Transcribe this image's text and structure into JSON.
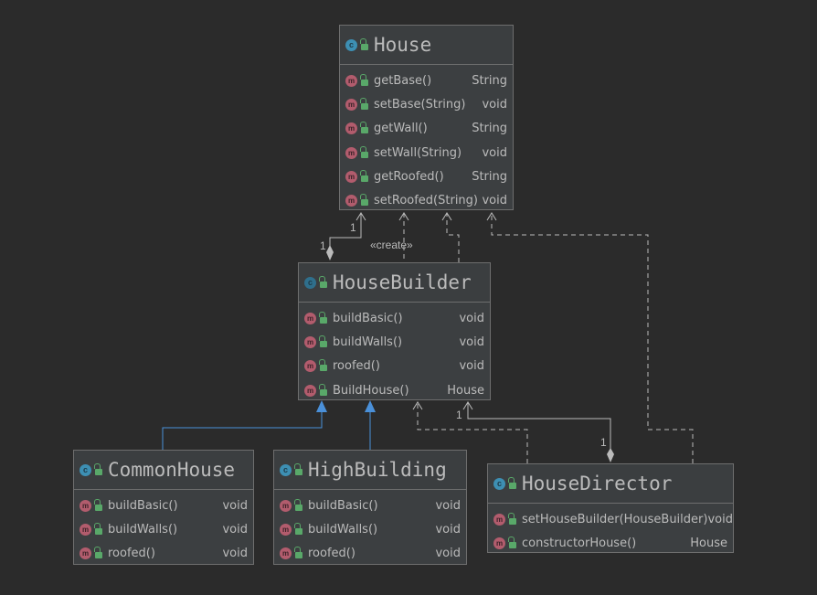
{
  "classes": {
    "house": {
      "name": "House",
      "methods": [
        {
          "name": "getBase()",
          "type": "String"
        },
        {
          "name": "setBase(String)",
          "type": "void"
        },
        {
          "name": "getWall()",
          "type": "String"
        },
        {
          "name": "setWall(String)",
          "type": "void"
        },
        {
          "name": "getRoofed()",
          "type": "String"
        },
        {
          "name": "setRoofed(String)",
          "type": "void"
        }
      ]
    },
    "house_builder": {
      "name": "HouseBuilder",
      "methods": [
        {
          "name": "buildBasic()",
          "type": "void"
        },
        {
          "name": "buildWalls()",
          "type": "void"
        },
        {
          "name": "roofed()",
          "type": "void"
        },
        {
          "name": "BuildHouse()",
          "type": "House"
        }
      ]
    },
    "common_house": {
      "name": "CommonHouse",
      "methods": [
        {
          "name": "buildBasic()",
          "type": "void"
        },
        {
          "name": "buildWalls()",
          "type": "void"
        },
        {
          "name": "roofed()",
          "type": "void"
        }
      ]
    },
    "high_building": {
      "name": "HighBuilding",
      "methods": [
        {
          "name": "buildBasic()",
          "type": "void"
        },
        {
          "name": "buildWalls()",
          "type": "void"
        },
        {
          "name": "roofed()",
          "type": "void"
        }
      ]
    },
    "house_director": {
      "name": "HouseDirector",
      "methods": [
        {
          "name": "setHouseBuilder(HouseBuilder)",
          "type": "void"
        },
        {
          "name": "constructorHouse()",
          "type": "House"
        }
      ]
    }
  },
  "edges": {
    "create_label": "«create»",
    "composition_multiplicity": "1",
    "composition_target_multiplicity": "1",
    "director_multiplicity": "1",
    "director_target_multiplicity": "1"
  },
  "icons": {
    "class_icon_letter": "c",
    "method_icon_letter": "m",
    "class_icon_color": "#3d8fb3",
    "method_icon_color": "#b25c6d",
    "visibility_color": "#59a869",
    "inheritance_color": "#4a90d9"
  }
}
